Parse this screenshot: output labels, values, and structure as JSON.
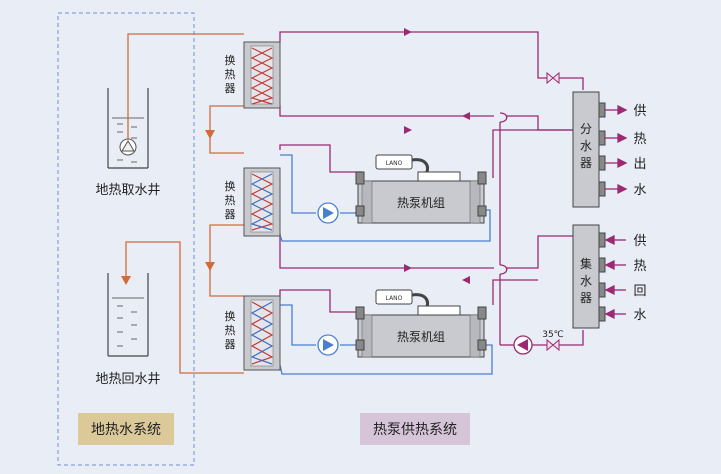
{
  "colors": {
    "background": "#e9edf6",
    "hot_pipe": "#9b2a72",
    "geo_pipe": "#d46a3a",
    "cool_pipe": "#4a7fd1",
    "coil_red": "#c43a3a",
    "coil_blue": "#3a6fc4",
    "box_fill": "#c8cad0",
    "tag_tan": "#dcc99a",
    "tag_pink": "#d6c5d9"
  },
  "wells": {
    "extract_label": "地热取水井",
    "return_label": "地热回水井"
  },
  "exchanger": {
    "label_chars": [
      "换",
      "热",
      "器"
    ]
  },
  "heat_pump": {
    "unit1_label": "热泵机组",
    "unit2_label": "热泵机组",
    "brand": "LANO"
  },
  "manifolds": {
    "supply_chars": [
      "分",
      "水",
      "器"
    ],
    "return_chars": [
      "集",
      "水",
      "器"
    ]
  },
  "outlets": {
    "supply_chars": [
      "供",
      "热",
      "出",
      "水"
    ],
    "return_chars": [
      "供",
      "热",
      "回",
      "水"
    ]
  },
  "temperature": "35℃",
  "systems": {
    "geothermal": "地热水系统",
    "heatpump": "热泵供热系统"
  }
}
